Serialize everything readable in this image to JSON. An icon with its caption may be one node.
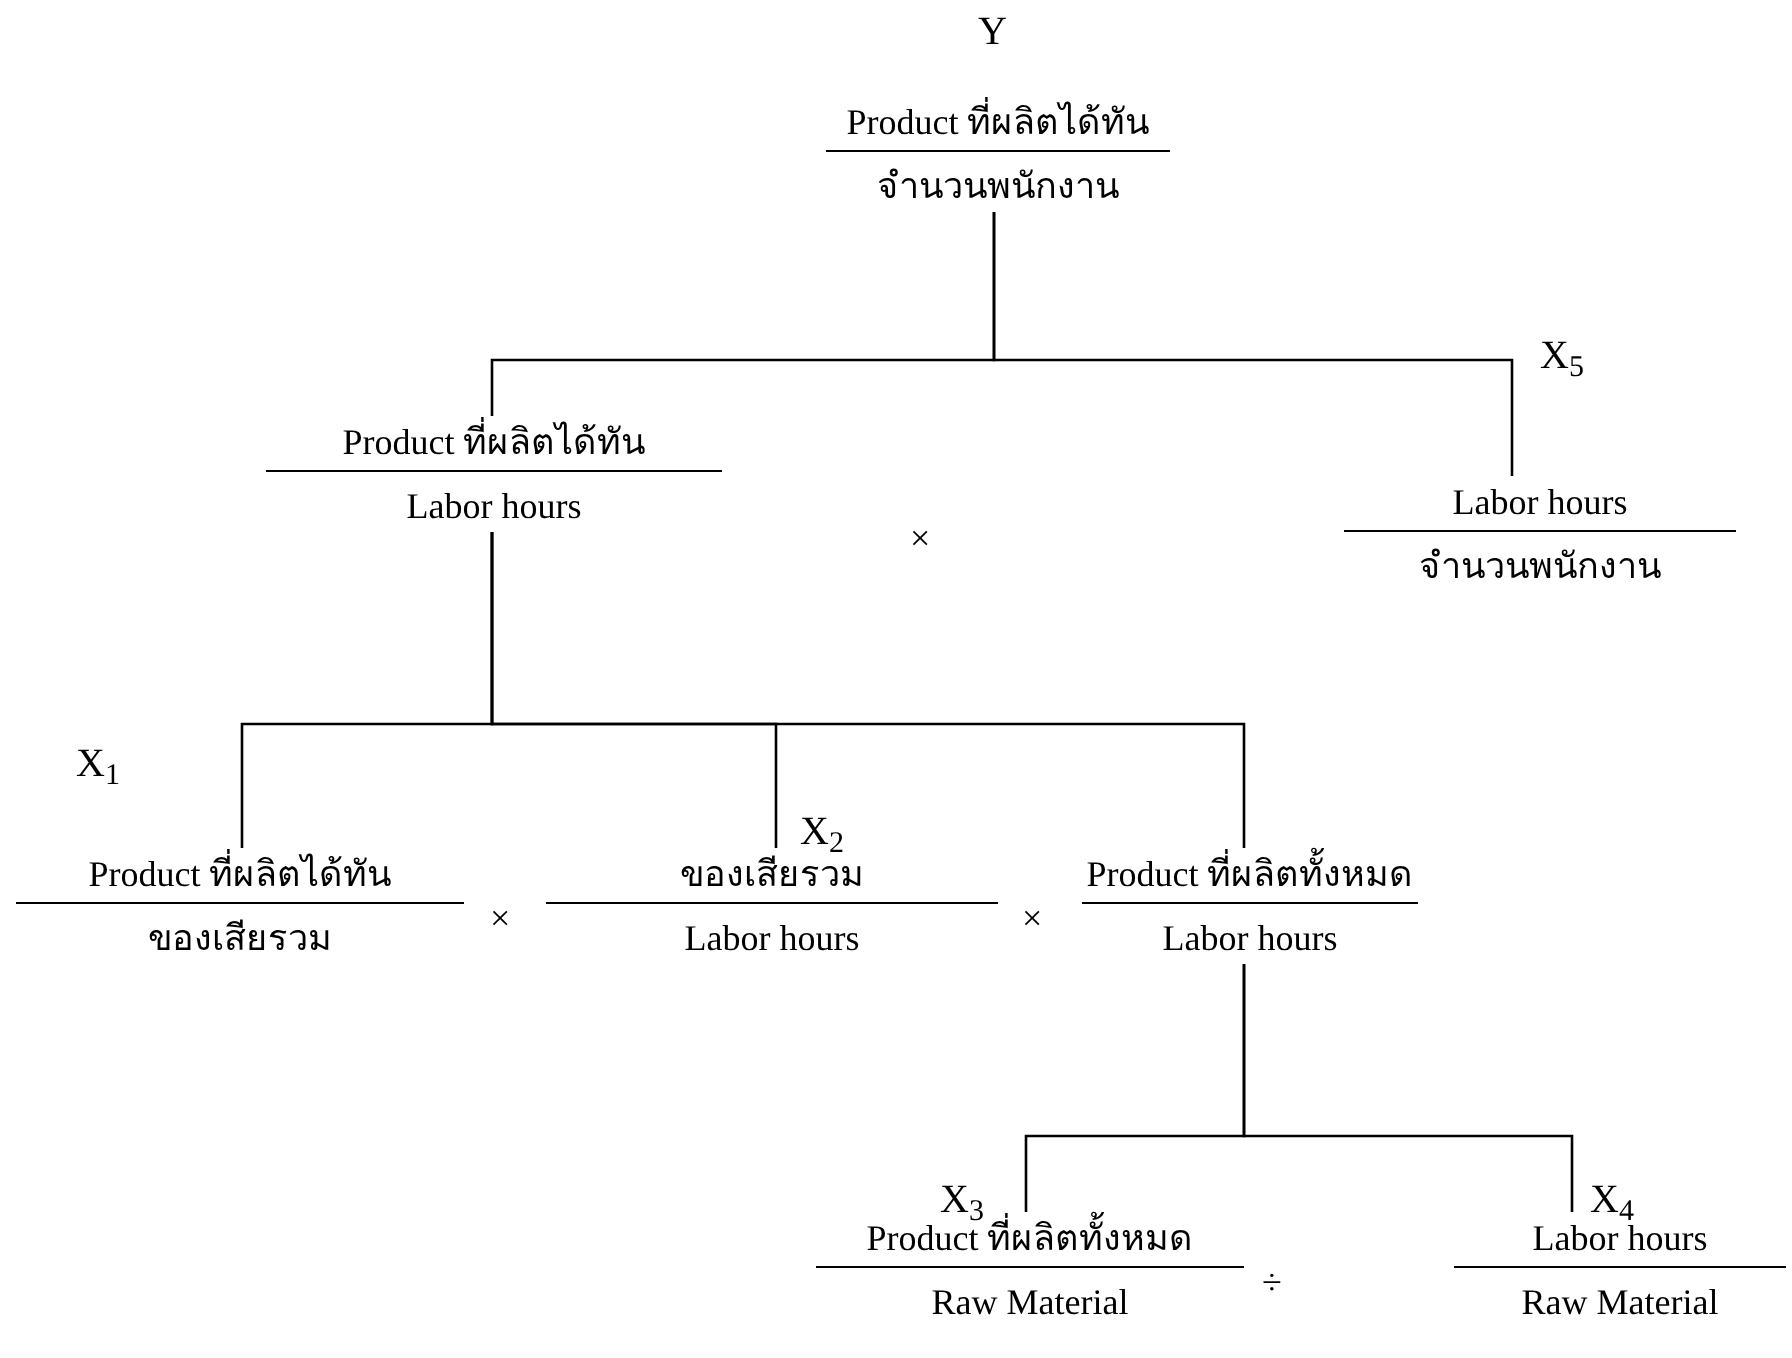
{
  "diagram": {
    "nodes": [
      {
        "text": [
          "Product ที่ผลิตได้ทัน",
          "จำนวนพนักงาน"
        ],
        "beside": [
          "Y"
        ]
      },
      {
        "text": [
          "Product ที่ผลิตได้ทัน",
          "Labor hours"
        ]
      },
      {
        "text": [
          "Labor hours",
          "จำนวนพนักงาน"
        ],
        "beside": [
          "X$_{5}$"
        ]
      },
      {
        "text": [
          "Product ที่ผลิตได้ทัน",
          "ของเสียรวม"
        ],
        "beside": [
          "X$_{1}$"
        ]
      },
      {
        "text": [
          "ของเสียรวม",
          "Labor hours"
        ],
        "beside": [
          "X$_{2}$"
        ]
      },
      {
        "text": [
          "Product ที่ผลิตทั้งหมด",
          "Labor hours"
        ]
      },
      {
        "text": [
          "Product ที่ผลิตทั้งหมด",
          "Raw Material"
        ],
        "beside": [
          "X$_{3}$"
        ]
      },
      {
        "text": [
          "Labor hours",
          "Raw Material"
        ],
        "beside": [
          "X$_{4}$"
        ]
      }
    ],
    "edges": [
      {
        "from": 0,
        "to": 1,
        "arrow": "none"
      },
      {
        "from": 0,
        "to": 2,
        "arrow": "none"
      },
      {
        "from": 1,
        "to": 3,
        "arrow": "none"
      },
      {
        "from": 1,
        "to": 4,
        "arrow": "none"
      },
      {
        "from": 1,
        "to": 5,
        "arrow": "none"
      },
      {
        "from": 5,
        "to": 6,
        "arrow": "none"
      },
      {
        "from": 5,
        "to": 7,
        "arrow": "none"
      }
    ],
    "labels": [
      "×",
      "×",
      "×",
      "÷"
    ]
  }
}
